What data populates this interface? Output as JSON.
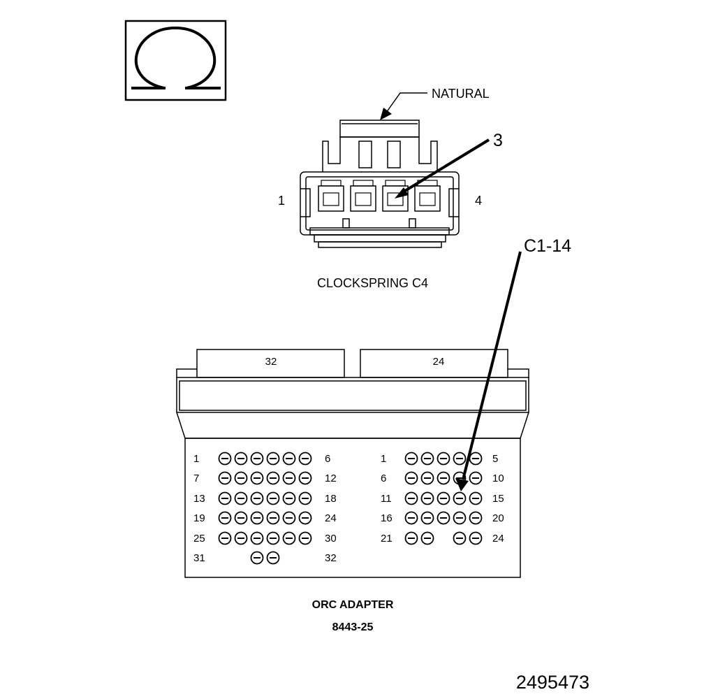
{
  "symbol": {
    "name": "ohm-icon",
    "glyph": "Ω"
  },
  "clockspring": {
    "natural_label": "NATURAL",
    "cavity_callout": "3",
    "pin_left": "1",
    "pin_right": "4",
    "title": "CLOCKSPRING C4"
  },
  "adapter": {
    "callout": "C1-14",
    "left_block_label": "32",
    "right_block_label": "24",
    "left_rows": [
      {
        "start": "1",
        "end": "6",
        "pins": 6
      },
      {
        "start": "7",
        "end": "12",
        "pins": 6
      },
      {
        "start": "13",
        "end": "18",
        "pins": 6
      },
      {
        "start": "19",
        "end": "24",
        "pins": 6
      },
      {
        "start": "25",
        "end": "30",
        "pins": 6
      },
      {
        "start": "31",
        "end": "32",
        "pins": 2
      }
    ],
    "right_rows": [
      {
        "start": "1",
        "end": "5",
        "pins": 5
      },
      {
        "start": "6",
        "end": "10",
        "pins": 5
      },
      {
        "start": "11",
        "end": "15",
        "pins": 5
      },
      {
        "start": "16",
        "end": "20",
        "pins": 5
      },
      {
        "start": "21",
        "end": "24",
        "pins": 4
      }
    ],
    "title": "ORC ADAPTER",
    "part_number": "8443-25"
  },
  "figure_id": "2495473"
}
